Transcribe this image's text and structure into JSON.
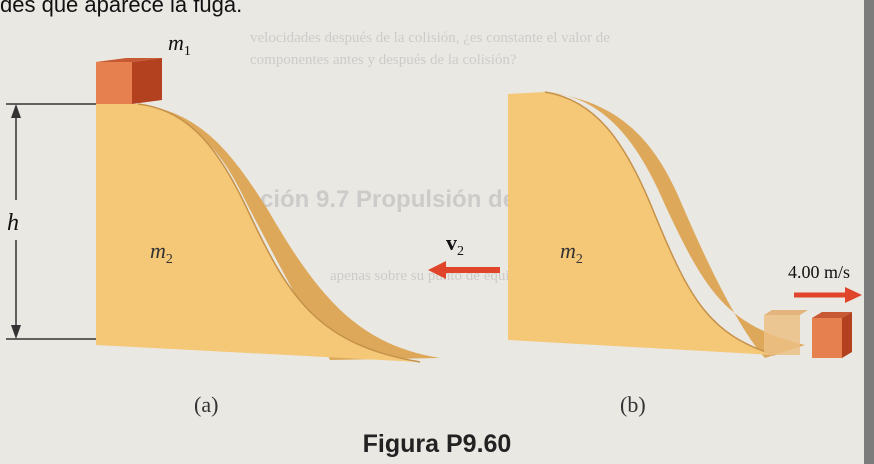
{
  "fragment_text": "des que aparece la fuga.",
  "labels": {
    "m1": "m",
    "m1_sub": "1",
    "m2_a": "m",
    "m2_a_sub": "2",
    "m2_b": "m",
    "m2_b_sub": "2",
    "h": "h",
    "v2": "v",
    "v2_sub": "2",
    "speed": "4.00 m/s",
    "panel_a": "(a)",
    "panel_b": "(b)"
  },
  "caption": "Figura P9.60",
  "background_text": {
    "line1": "velocidades después de la colisión, ¿es constante el valor de",
    "line2": "componentes antes y después de la colisión?",
    "heading": "ción 9.7  Propulsión de un cohete",
    "line4": "apenas sobre su punto de equilibrio"
  },
  "colors": {
    "wedge_front": "#f4c877",
    "wedge_side": "#dda85a",
    "block_front": "#e6804e",
    "block_side": "#b3401f",
    "arrow": "#e0442b"
  }
}
